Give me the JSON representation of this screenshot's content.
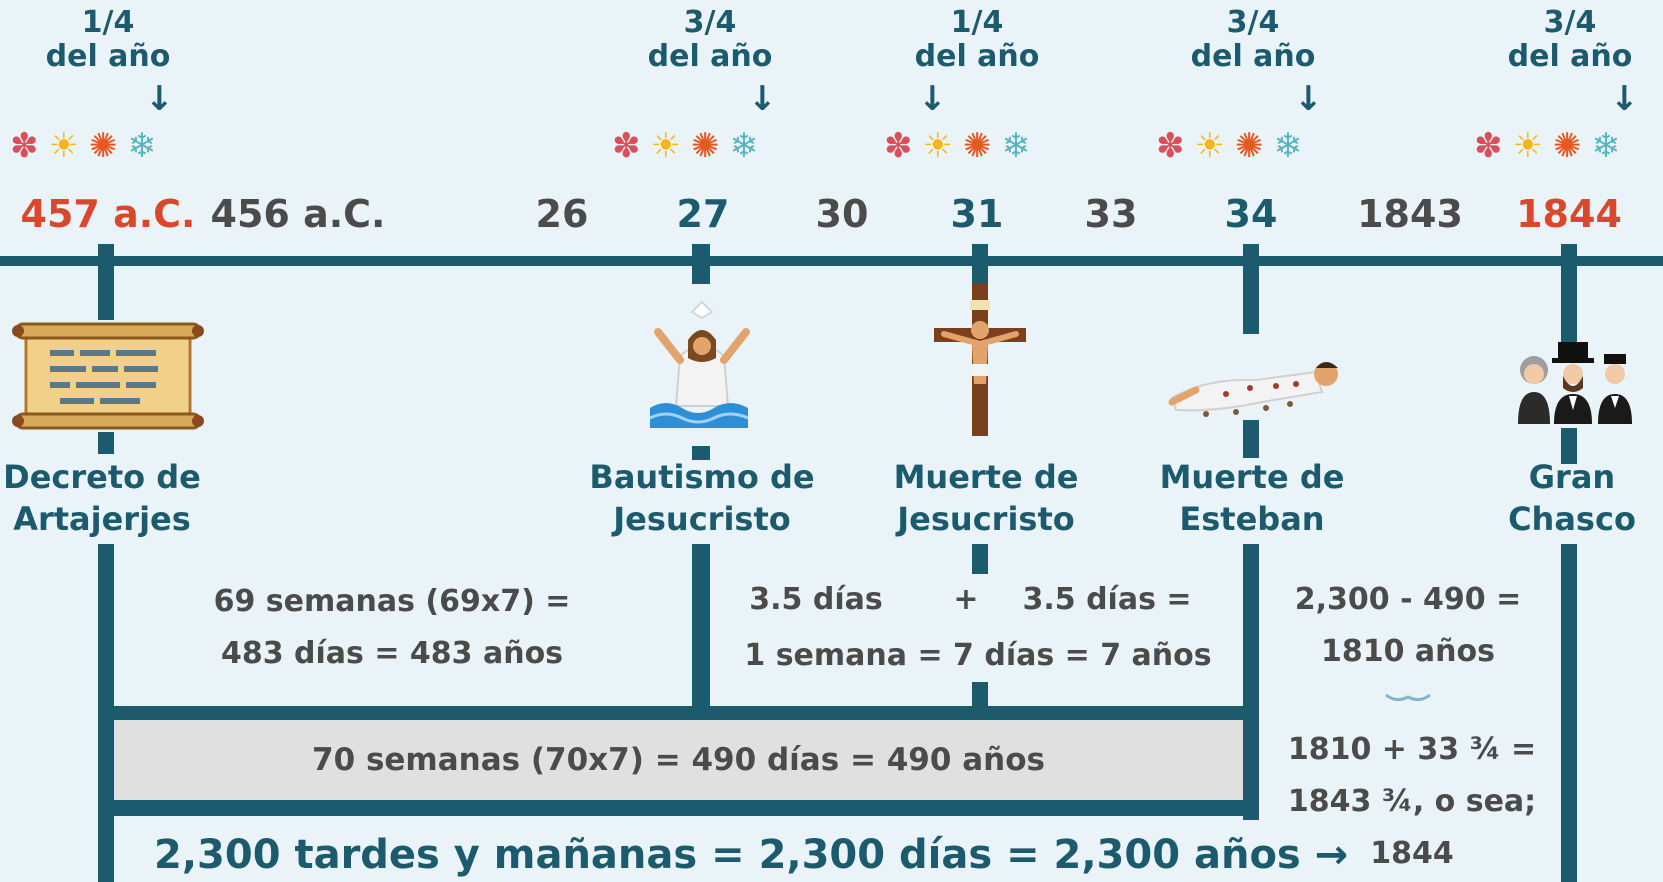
{
  "markers": [
    {
      "fraction": "1/4",
      "sub": "del año"
    },
    {
      "fraction": "3/4",
      "sub": "del año"
    },
    {
      "fraction": "1/4",
      "sub": "del año"
    },
    {
      "fraction": "3/4",
      "sub": "del año"
    },
    {
      "fraction": "3/4",
      "sub": "del año"
    }
  ],
  "arrow_glyph": "↓",
  "season_icons": [
    "flower-icon",
    "sun-icon",
    "maple-leaf-icon",
    "snowflake-icon"
  ],
  "years": [
    "457 a.C.",
    "456 a.C.",
    "26",
    "27",
    "30",
    "31",
    "33",
    "34",
    "1843",
    "1844"
  ],
  "events": {
    "decreto": [
      "Decreto de",
      "Artajerjes"
    ],
    "bautismo": [
      "Bautismo de",
      "Jesucristo"
    ],
    "muerte_jesus": [
      "Muerte de",
      "Jesucristo"
    ],
    "muerte_esteban": [
      "Muerte de",
      "Esteban"
    ],
    "chasco": [
      "Gran",
      "Chasco"
    ]
  },
  "calc": {
    "sixtynine": [
      "69 semanas (69x7) =",
      "483 días = 483 años"
    ],
    "week_a": "3.5 días",
    "plus": "+",
    "week_b": "3.5 días =",
    "week_total": "1 semana = 7 días = 7 años",
    "seventy": "70 semanas (70x7) = 490 días = 490 años",
    "total": "2,300 tardes y mañanas = 2,300 días = 2,300 años →",
    "right": [
      "2,300 - 490 =",
      "1810 años",
      "1810 + 33 ¾ =",
      "1843 ¾, o sea;",
      "1844"
    ]
  },
  "colors": {
    "teal": "#1c5a6e",
    "red": "#d9482b",
    "gray": "#4b4b4b",
    "background": "#eaf4f8",
    "box": "#e0e0e0"
  }
}
